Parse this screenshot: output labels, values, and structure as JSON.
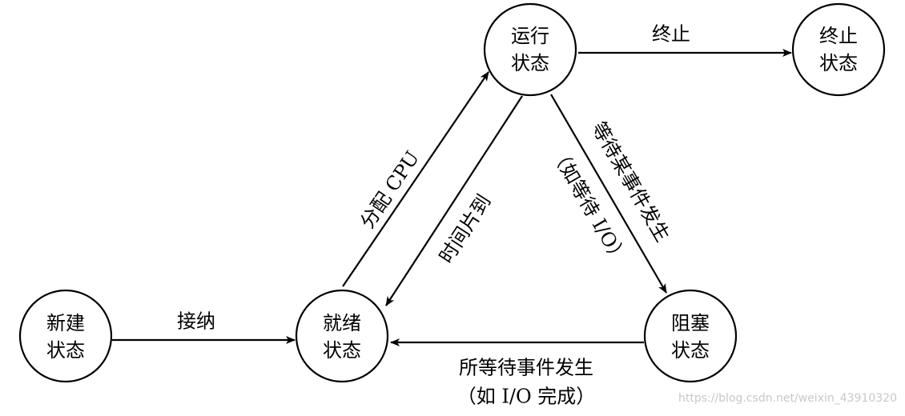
{
  "states": {
    "new": [
      "新建",
      "状态"
    ],
    "ready": [
      "就绪",
      "状态"
    ],
    "running": [
      "运行",
      "状态"
    ],
    "blocked": [
      "阻塞",
      "状态"
    ],
    "terminated": [
      "终止",
      "状态"
    ]
  },
  "transitions": {
    "admit": "接纳",
    "dispatch": "分配 CPU",
    "timeout": "时间片到",
    "exit": "终止",
    "wait_line1": "等待某事件发生",
    "wait_line2": "（如等待 I/O）",
    "wakeup_line1": "所等待事件发生",
    "wakeup_line2": "（如 I/O 完成）"
  },
  "watermark": "https://blog.csdn.net/weixin_43910320"
}
